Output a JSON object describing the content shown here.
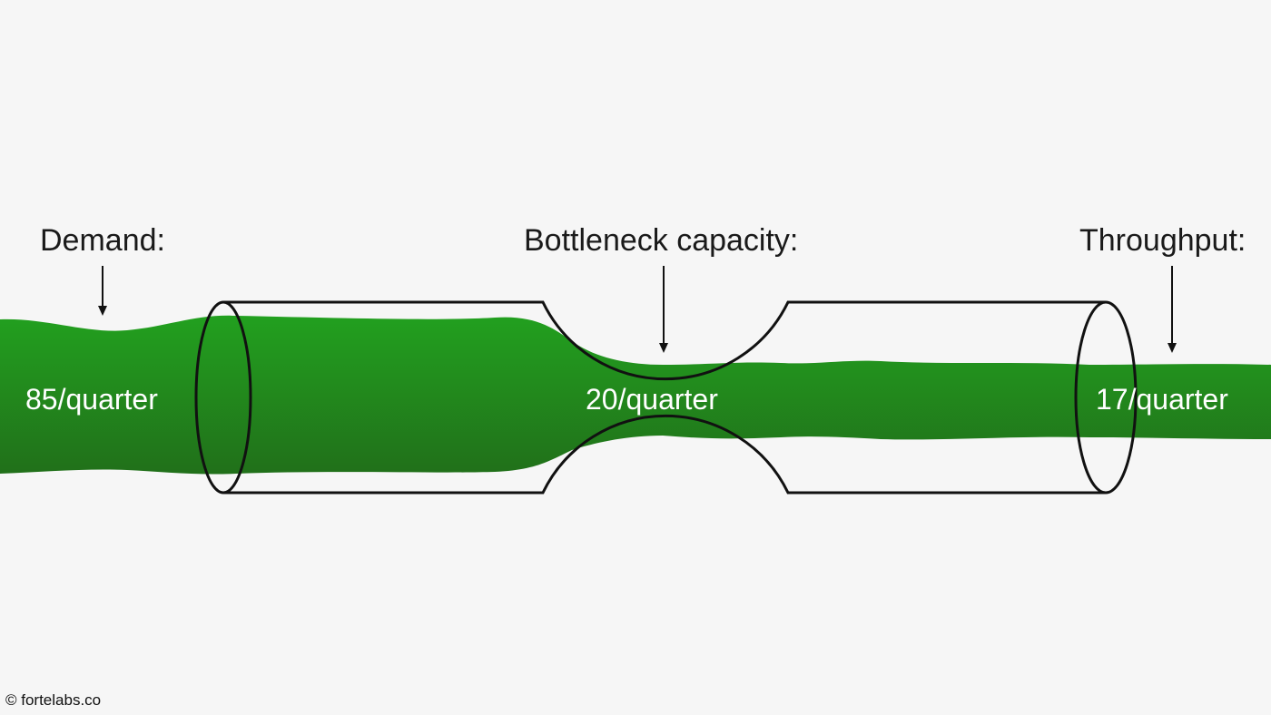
{
  "labels": {
    "demand": "Demand:",
    "bottleneck": "Bottleneck capacity:",
    "throughput": "Throughput:"
  },
  "rates": {
    "demand": "85/quarter",
    "bottleneck": "20/quarter",
    "throughput": "17/quarter"
  },
  "credit": "© fortelabs.co",
  "colors": {
    "flow_light": "#22a01f",
    "flow_dark": "#21701a",
    "pipe_stroke": "#111111",
    "background": "#f6f6f6"
  }
}
